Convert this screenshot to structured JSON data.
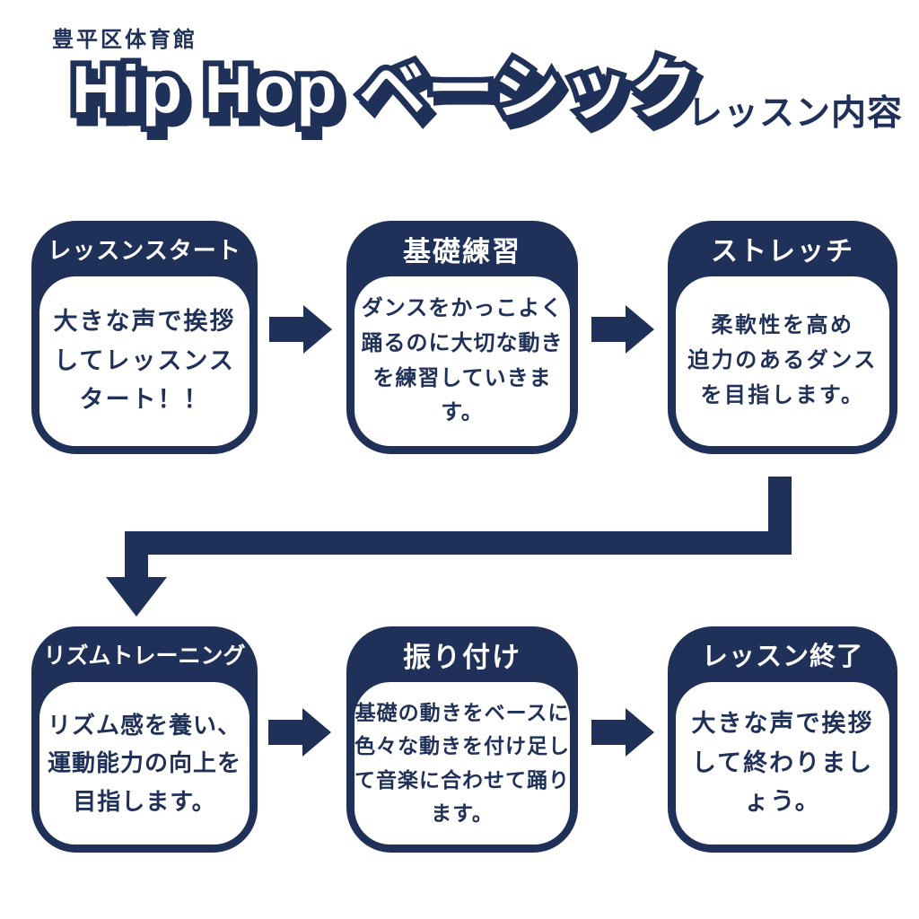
{
  "page": {
    "venue": "豊平区体育館",
    "title_bubble": "Hip Hop ベーシック",
    "title_suffix": "レッスン内容"
  },
  "colors": {
    "navy": "#1f3158",
    "background": "#ffffff",
    "header_text": "#ffffff"
  },
  "steps": [
    {
      "title": "レッスンスタート",
      "body": [
        "大きな声で挨拶",
        "してレッスンス",
        "タート！！"
      ]
    },
    {
      "title": "基礎練習",
      "body": [
        "ダンスをかっこよく",
        "踊るのに大切な動き",
        "を練習していきま",
        "す。"
      ]
    },
    {
      "title": "ストレッチ",
      "body": [
        "柔軟性を高め",
        "迫力のあるダンス",
        "を目指します。"
      ]
    },
    {
      "title": "リズムトレーニング",
      "body": [
        "リズム感を養い、",
        "運動能力の向上を",
        "目指します。"
      ]
    },
    {
      "title": "振り付け",
      "body": [
        "基礎の動きをベースに",
        "色々な動きを付け足し",
        "て音楽に合わせて踊り",
        "ます。"
      ]
    },
    {
      "title": "レッスン終了",
      "body": [
        "大きな声で挨拶",
        "して終わりまし",
        "ょう。"
      ]
    }
  ]
}
